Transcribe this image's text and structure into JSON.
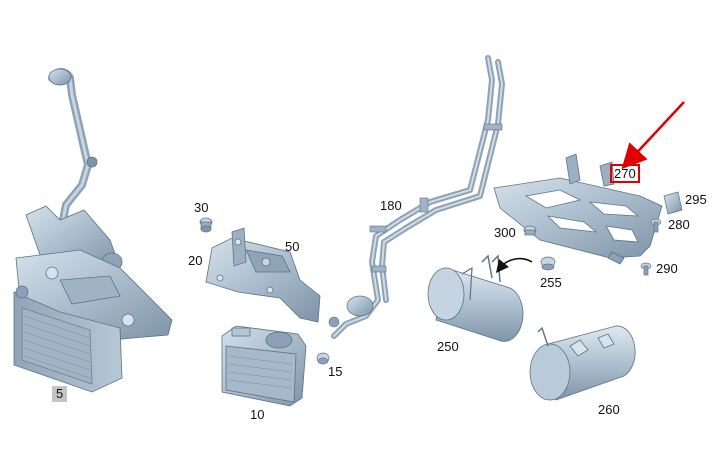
{
  "diagram": {
    "highlight_color": "#e00000",
    "part_color": "#a9bccd",
    "part_shadow": "#6e8396",
    "part_light": "#d4e0ea",
    "highlighted_part": "270",
    "labels": {
      "p5": "5",
      "p10": "10",
      "p15": "15",
      "p20": "20",
      "p30": "30",
      "p50": "50",
      "p180": "180",
      "p250": "250",
      "p255": "255",
      "p260": "260",
      "p270": "270",
      "p280": "280",
      "p290": "290",
      "p295": "295",
      "p300": "300"
    }
  }
}
